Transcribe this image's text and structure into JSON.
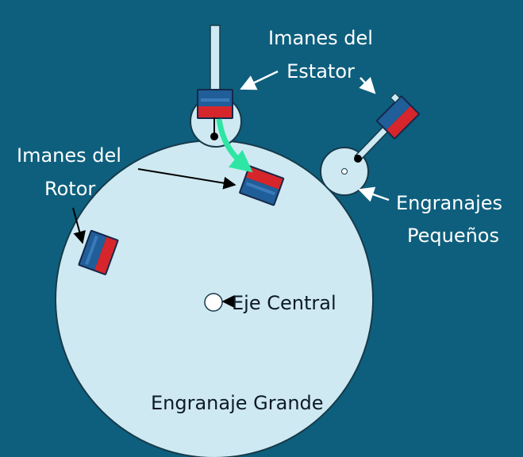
{
  "labels": {
    "stator_line1": "Imanes del",
    "stator_line2": "Estator",
    "rotor_line1": "Imanes del",
    "rotor_line2": "Rotor",
    "small_gears_line1": "Engranajes",
    "small_gears_line2": "Pequeños",
    "center_axis": "Eje Central",
    "big_gear": "Engranaje Grande"
  },
  "colors": {
    "background": "#0e5f7d",
    "gear_fill": "#cfe9f3",
    "gear_stroke": "#163a4a",
    "magnet_red": "#d6262b",
    "magnet_blue": "#1f5e99",
    "magnet_outline": "#16284a",
    "motion_arrow": "#2ee6a4",
    "rod": "#cfe9f3",
    "pointer_light": "#ffffff",
    "pointer_dark": "#000000"
  }
}
